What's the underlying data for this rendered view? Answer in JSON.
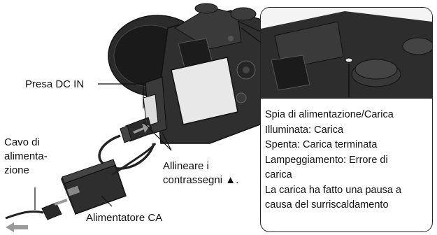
{
  "labels": {
    "dc_in": "Presa DC IN",
    "cable": [
      "Cavo di",
      "alimenta-",
      "zione"
    ],
    "align": [
      "Allineare i",
      "contrassegni ▲."
    ],
    "adapter": "Alimentatore CA"
  },
  "callout": {
    "lines": [
      "Spia di alimentazione/Carica",
      "Illuminata: Carica",
      "Spenta: Carica terminata",
      "Lampeggiamento: Errore di",
      "carica",
      "La carica ha fatto una pausa a",
      "causa del surriscaldamento"
    ]
  },
  "colors": {
    "body": "#2a2a2a",
    "outline": "#111111",
    "arrow_gray": "#9a9a9a"
  }
}
